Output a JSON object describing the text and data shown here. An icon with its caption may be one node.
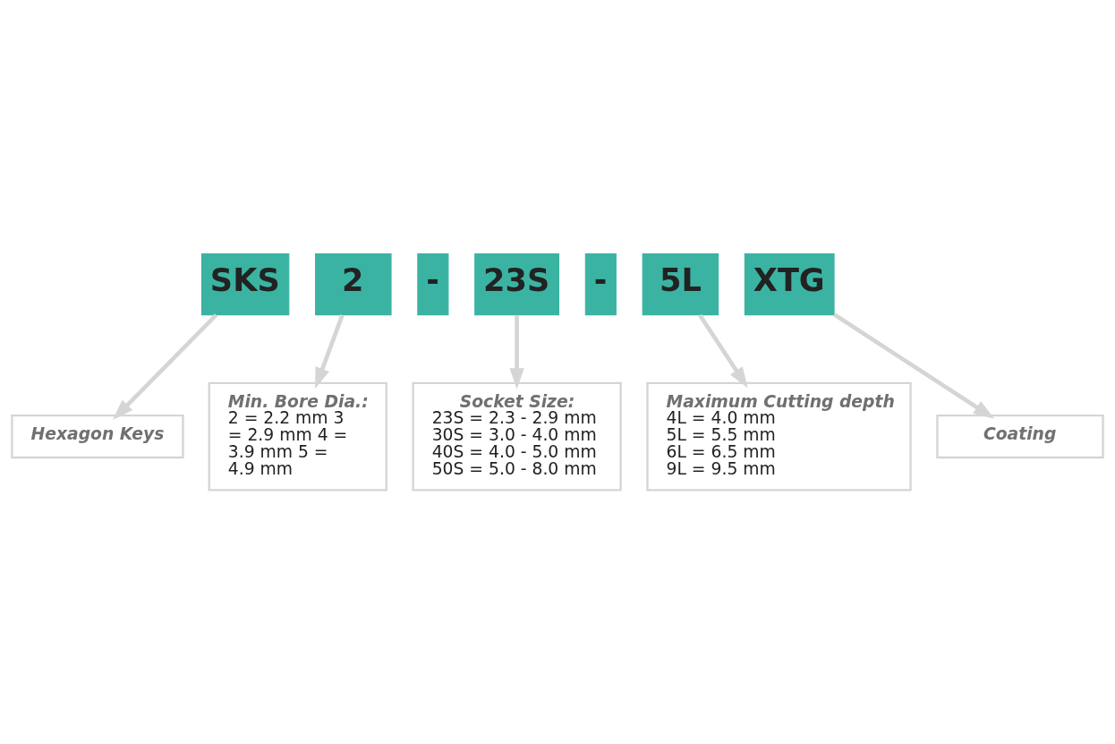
{
  "diagram": {
    "nodes": [
      {
        "text": [
          "SKS"
        ]
      },
      {
        "text": [
          "2"
        ]
      },
      {
        "text": [
          "-"
        ]
      },
      {
        "text": [
          "23S"
        ]
      },
      {
        "text": [
          "-"
        ]
      },
      {
        "text": [
          "5L"
        ]
      },
      {
        "text": [
          "XTG"
        ]
      },
      {
        "text": [
          "Hexagon Keys"
        ]
      },
      {
        "text": [
          "Min. Bore Dia.:",
          "2 = 2.2 mm 3 = 2.9 mm 4 = 3.9 mm 5 = 4.9 mm"
        ]
      },
      {
        "text": [
          "Socket Size:",
          "23S = 2.3 - 2.9 mm 30S = 3.0 - 4.0 mm 40S = 4.0 - 5.0 mm 50S = 5.0 - 8.0 mm"
        ]
      },
      {
        "text": [
          "Maximum Cutting depth",
          "4L = 4.0 mm 5L = 5.5 mm 6L = 6.5 mm 9L = 9.5 mm"
        ]
      },
      {
        "text": [
          "Coating"
        ]
      }
    ],
    "edges": [
      {
        "from": 0,
        "to": 7,
        "arrow": "to"
      },
      {
        "from": 1,
        "to": 8,
        "arrow": "to"
      },
      {
        "from": 3,
        "to": 9,
        "arrow": "to"
      },
      {
        "from": 5,
        "to": 10,
        "arrow": "to"
      },
      {
        "from": 6,
        "to": 11,
        "arrow": "to"
      }
    ]
  }
}
